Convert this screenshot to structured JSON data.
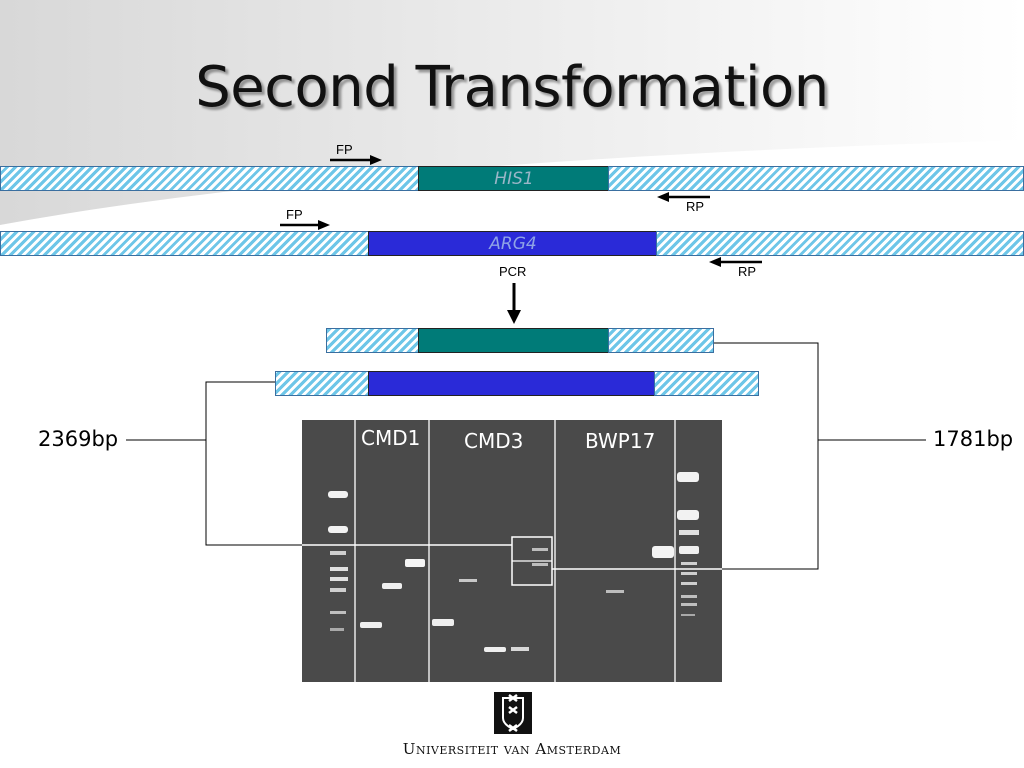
{
  "slide": {
    "title": "Second Transformation"
  },
  "constructs": {
    "his1": {
      "gene_label": "HIS1",
      "forward_primer": "FP",
      "reverse_primer": "RP"
    },
    "arg4": {
      "gene_label": "ARG4",
      "forward_primer": "FP",
      "reverse_primer": "RP"
    },
    "pcr_label": "PCR"
  },
  "gel": {
    "lanes": [
      "CMD1",
      "CMD3",
      "BWP17"
    ],
    "left_size_label": "2369bp",
    "right_size_label": "1781bp"
  },
  "footer": {
    "institution": "Universiteit van Amsterdam"
  },
  "colors": {
    "his1_gene": "#007b78",
    "arg4_gene": "#2a2ad8",
    "flank_hatch": "#6ec6e8"
  }
}
